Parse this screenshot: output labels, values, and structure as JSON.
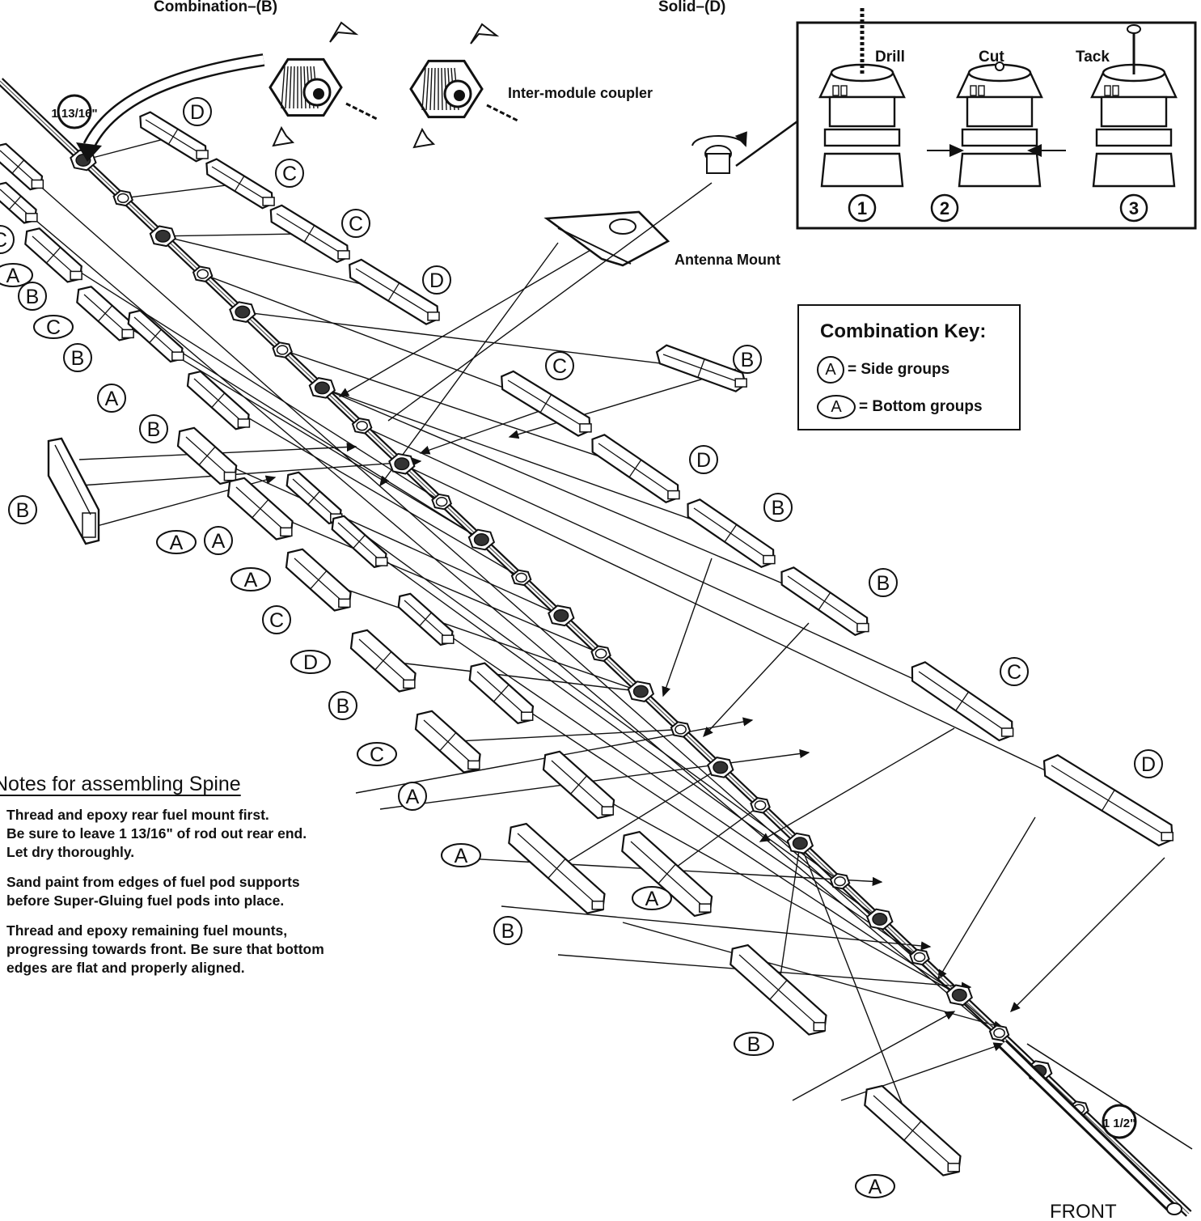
{
  "header": {
    "combination_label": "Combination–(B)",
    "solid_label": "Solid–(D)"
  },
  "labels": {
    "inter_module_coupler": "Inter-module coupler",
    "antenna_mount": "Antenna Mount",
    "front": "FRONT",
    "rear_dimension": "1 13/16\"",
    "front_dimension": "1 1/2\""
  },
  "inset": {
    "steps": [
      {
        "label": "Drill",
        "number": "1"
      },
      {
        "label": "Cut",
        "number": "2"
      },
      {
        "label": "Tack",
        "number": "3"
      }
    ]
  },
  "key": {
    "title": "Combination Key:",
    "rows": [
      {
        "symbol": "A",
        "text": "= Side groups",
        "shape": "circle"
      },
      {
        "symbol": "A",
        "text": "= Bottom groups",
        "shape": "oval"
      }
    ]
  },
  "notes": {
    "title": "Notes for assembling Spine",
    "items": [
      "Thread and epoxy rear fuel mount first.\nBe sure to leave 1 13/16\" of rod out rear end.\nLet dry thoroughly.",
      "Sand paint from edges of fuel pod supports\nbefore Super-Gluing fuel pods into place.",
      "Thread and epoxy remaining fuel mounts,\nprogressing towards front. Be sure that bottom\nedges are flat and properly aligned."
    ]
  },
  "callouts": [
    {
      "letter": "D",
      "shape": "circle"
    },
    {
      "letter": "C",
      "shape": "circle"
    },
    {
      "letter": "C",
      "shape": "circle"
    },
    {
      "letter": "D",
      "shape": "circle"
    },
    {
      "letter": "B",
      "shape": "circle"
    },
    {
      "letter": "A",
      "shape": "circle"
    },
    {
      "letter": "B",
      "shape": "circle"
    },
    {
      "letter": "C",
      "shape": "oval"
    },
    {
      "letter": "B",
      "shape": "circle"
    },
    {
      "letter": "A",
      "shape": "oval"
    },
    {
      "letter": "B",
      "shape": "circle"
    },
    {
      "letter": "B",
      "shape": "circle"
    },
    {
      "letter": "A",
      "shape": "oval"
    },
    {
      "letter": "A",
      "shape": "circle"
    },
    {
      "letter": "A",
      "shape": "oval"
    },
    {
      "letter": "C",
      "shape": "circle"
    },
    {
      "letter": "D",
      "shape": "oval"
    },
    {
      "letter": "B",
      "shape": "circle"
    },
    {
      "letter": "C",
      "shape": "oval"
    },
    {
      "letter": "A",
      "shape": "circle"
    },
    {
      "letter": "A",
      "shape": "oval"
    },
    {
      "letter": "B",
      "shape": "circle"
    },
    {
      "letter": "A",
      "shape": "oval"
    },
    {
      "letter": "B",
      "shape": "oval"
    },
    {
      "letter": "A",
      "shape": "oval"
    },
    {
      "letter": "C",
      "shape": "circle"
    },
    {
      "letter": "B",
      "shape": "circle"
    },
    {
      "letter": "D",
      "shape": "circle"
    },
    {
      "letter": "B",
      "shape": "circle"
    },
    {
      "letter": "C",
      "shape": "circle"
    },
    {
      "letter": "D",
      "shape": "circle"
    },
    {
      "letter": "C",
      "shape": "circle"
    }
  ],
  "colors": {
    "ink": "#111111",
    "paper": "#ffffff"
  }
}
